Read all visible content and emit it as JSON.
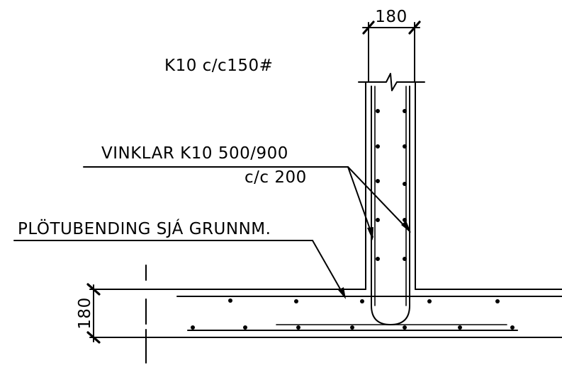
{
  "labels": {
    "top_dimension": "180",
    "mesh_note": "K10 c/c150#",
    "stirrups_line1": "VINKLAR K10 500/900",
    "stirrups_line2": "c/c 200",
    "plate_note": "PLÖTUBENDING SJÁ GRUNNM.",
    "slab_dimension": "180"
  }
}
